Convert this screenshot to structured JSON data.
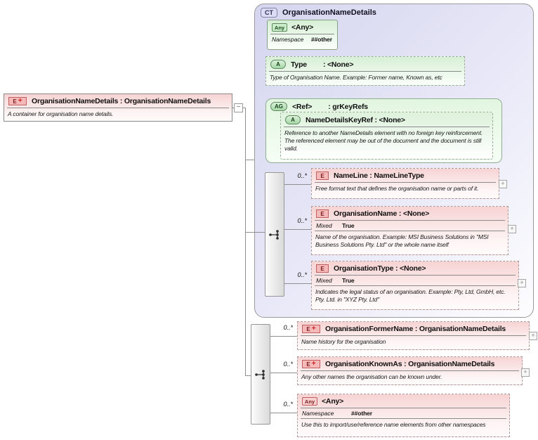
{
  "palette": {
    "element_pink": "#f7d3d3",
    "attribute_green": "#d7efd5",
    "complex_type_lavender": "#d5d5ef",
    "badge_element_border": "#bf5f5f",
    "badge_attribute_border": "#5d8a5d"
  },
  "root_element": {
    "badge": "E",
    "plus": "+",
    "title": "OrganisationNameDetails : OrganisationNameDetails",
    "description": "A container for organisation name details.",
    "collapse_glyph": "−"
  },
  "complex_type": {
    "badge": "CT",
    "title": "OrganisationNameDetails",
    "any_attribute": {
      "badge": "Any",
      "title": "<Any>",
      "namespace_label": "Namespace",
      "namespace_value": "##other"
    },
    "type_attribute": {
      "badge": "A",
      "name": "Type",
      "type": ": <None>",
      "description": "Type of Organisation Name. Example: Former name, Known as, etc"
    },
    "attribute_group": {
      "badge": "AG",
      "name": "<Ref>",
      "type": ": grKeyRefs",
      "attribute": {
        "badge": "A",
        "title": "NameDetailsKeyRef : <None>",
        "description": "Reference to another NameDetails element with no foreign key reinforcement. The referenced element may be out of the document and the document is still valid."
      }
    },
    "sequence_children": [
      {
        "cardinality": "0..*",
        "badge": "E",
        "title": "NameLine : NameLineType",
        "description": "Free format text that defines the organisation name or parts of it.",
        "expander": "+"
      },
      {
        "cardinality": "0..*",
        "badge": "E",
        "title": "OrganisationName : <None>",
        "mixed_label": "Mixed",
        "mixed_value": "True",
        "description": "Name of the organisation. Example: MSI Business Solutions in \"MSI Business Solutions Pty. Ltd\" or the whole name itself",
        "expander": "+"
      },
      {
        "cardinality": "0..*",
        "badge": "E",
        "title": "OrganisationType : <None>",
        "mixed_label": "Mixed",
        "mixed_value": "True",
        "description": "Indicates the legal status of an organisation. Example: Pty, Ltd, GmbH, etc. Pty. Ltd. in \"XYZ Pty. Ltd\"",
        "expander": "+"
      }
    ]
  },
  "outer_sequence_children": [
    {
      "cardinality": "0..*",
      "badge": "E",
      "plus": "+",
      "title": "OrganisationFormerName : OrganisationNameDetails",
      "description": "Name history for the organisation",
      "expander": "+"
    },
    {
      "cardinality": "0..*",
      "badge": "E",
      "plus": "+",
      "title": "OrganisationKnownAs : OrganisationNameDetails",
      "description": "Any other names the organisation can be known under.",
      "expander": "+"
    },
    {
      "cardinality": "0..*",
      "badge": "Any",
      "title": "<Any>",
      "namespace_label": "Namespace",
      "namespace_value": "##other",
      "description": "Use this to import/use/reference name elements from other namespaces"
    }
  ]
}
